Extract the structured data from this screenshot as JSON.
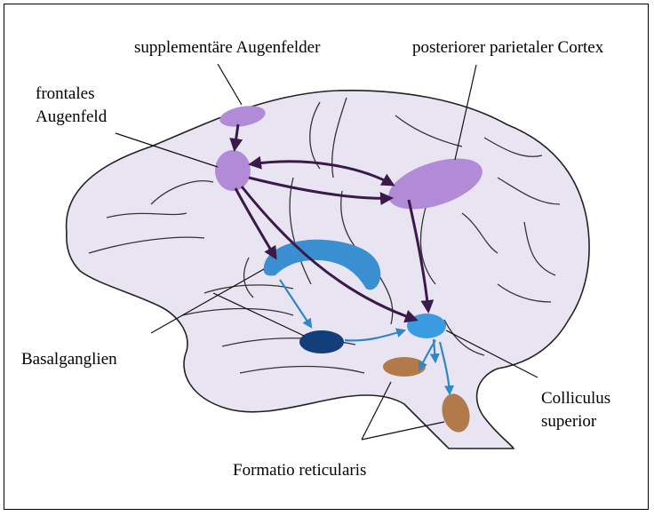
{
  "labels": {
    "supplementary_eye_fields": "supplementäre Augenfelder",
    "posterior_parietal_cortex": "posteriorer parietaler Cortex",
    "frontal_eye_field_line1": "frontales",
    "frontal_eye_field_line2": "Augenfeld",
    "basal_ganglia": "Basalganglien",
    "colliculus_line1": "Colliculus",
    "colliculus_line2": "superior",
    "reticular_formation": "Formatio reticularis"
  },
  "colors": {
    "brain_fill": "#e9e4f2",
    "outline": "#222222",
    "cortical_area": "#b18ad8",
    "cortical_pathway": "#3a1a4a",
    "basal_ganglia": "#3a8fd0",
    "subcortical_pathway": "#2f86c8",
    "substantia": "#123f7a",
    "colliculus": "#3b9be0",
    "reticular": "#b27a4b"
  }
}
